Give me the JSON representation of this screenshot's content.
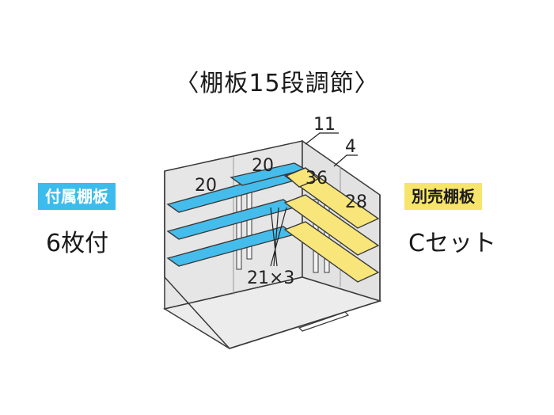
{
  "title": "〈棚板15段調節〉",
  "included": {
    "badge": "付属棚板",
    "caption": "6枚付"
  },
  "optional": {
    "badge": "別売棚板",
    "caption": "Cセット"
  },
  "dimensions": {
    "top_depth": "11",
    "right_depth": "4",
    "left_shelf_a": "20",
    "left_shelf_b": "20",
    "corner_shelf": "36",
    "right_shelf": "28",
    "spacing": "21×3"
  },
  "colors": {
    "included_shelf": "#45bdec",
    "optional_shelf": "#f8e67a",
    "floor": "#ececec",
    "outline": "#3a3a3a"
  }
}
